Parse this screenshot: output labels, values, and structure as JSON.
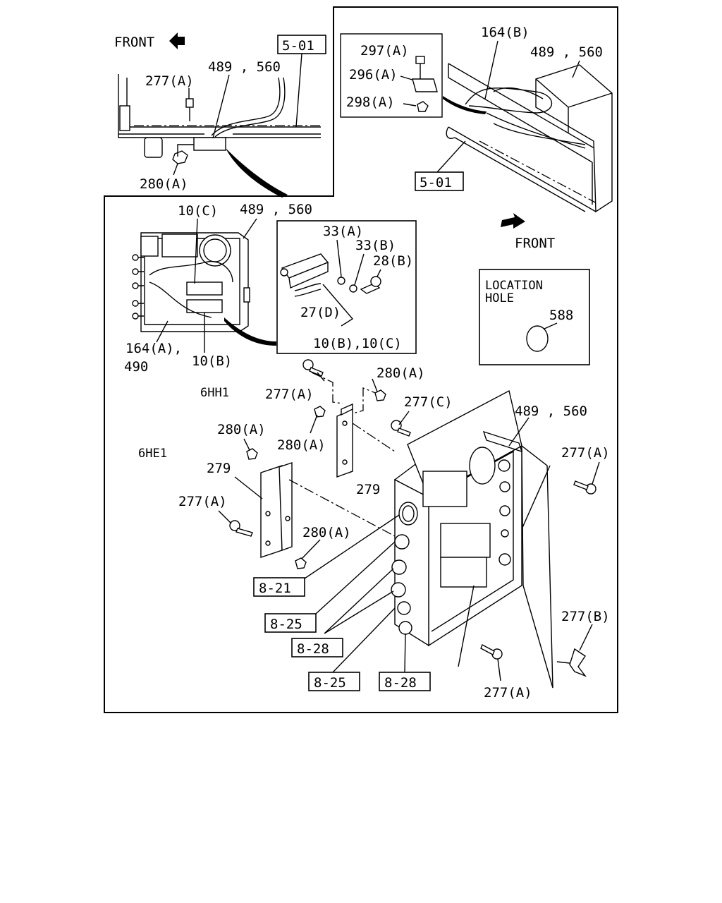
{
  "front_top": "FRONT",
  "front_right": "FRONT",
  "location_hole": [
    "LOCATION",
    "HOLE"
  ],
  "engine_6hh1": "6HH1",
  "engine_6he1": "6HE1",
  "refs": {
    "ref_501_a": "5-01",
    "ref_501_b": "5-01",
    "ref_821": "8-21",
    "ref_825_a": "8-25",
    "ref_828_a": "8-28",
    "ref_825_b": "8-25",
    "ref_828_b": "8-28"
  },
  "parts": {
    "p277a_top": "277(A)",
    "p489_top": "489 , 560",
    "p280a_top": "280(A)",
    "p164b": "164(B)",
    "p489_tr": "489 , 560",
    "p297a": "297(A)",
    "p296a": "296(A)",
    "p298a": "298(A)",
    "p10c": "10(C)",
    "p489_mid": "489 , 560",
    "p164a": "164(A),",
    "p490": "490",
    "p10b": "10(B)",
    "p33a": "33(A)",
    "p33b": "33(B)",
    "p28b": "28(B)",
    "p27d": "27(D)",
    "p10bc": "10(B),10(C)",
    "p588": "588",
    "p277a_1": "277(A)",
    "p280a_1": "280(A)",
    "p277c": "277(C)",
    "p489_box": "489 , 560",
    "p280a_2": "280(A)",
    "p280a_3": "280(A)",
    "p277a_r": "277(A)",
    "p279_a": "279",
    "p279_b": "279",
    "p277a_l": "277(A)",
    "p280a_4": "280(A)",
    "p277b": "277(B)",
    "p277a_b": "277(A)"
  }
}
